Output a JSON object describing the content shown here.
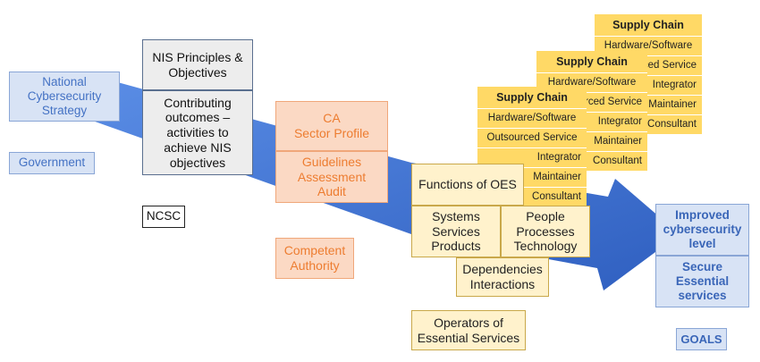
{
  "national_strategy": "National\nCybersecurity\nStrategy",
  "government": "Government",
  "nis_principles": "NIS Principles &\nObjectives",
  "contributing": "Contributing\noutcomes –\nactivities to\nachieve NIS\nobjectives",
  "ncsc": "NCSC",
  "ca_profile": "CA\nSector Profile",
  "guidelines": "Guidelines\nAssessment\nAudit",
  "competent_authority": "Competent\nAuthority",
  "functions_oes": "Functions of OES",
  "systems": "Systems\nServices\nProducts",
  "people": "People\nProcesses\nTechnology",
  "dependencies": "Dependencies\nInteractions",
  "operators": "Operators of\nEssential Services",
  "supply_chain": {
    "header": "Supply Chain",
    "rows": [
      "Hardware/Software",
      "Outsourced Service",
      "Integrator",
      "Maintainer",
      "Consultant"
    ],
    "back2_visible": [
      "Hardware/Software",
      "rced Service",
      "Integrator",
      "Maintainer",
      "Consultant"
    ],
    "back1_visible": [
      "Hardware/Software",
      "rced Service",
      "Integrator",
      "Maintainer",
      "Consultant"
    ]
  },
  "improved": "Improved\ncybersecurity\nlevel",
  "secure": "Secure\nEssential\nservices",
  "goals": "GOALS",
  "colors": {
    "arrow": "#3b6fce",
    "blue_text": "#4472c4",
    "orange_text": "#ed7d31",
    "supply_gold": "#ffd966"
  }
}
